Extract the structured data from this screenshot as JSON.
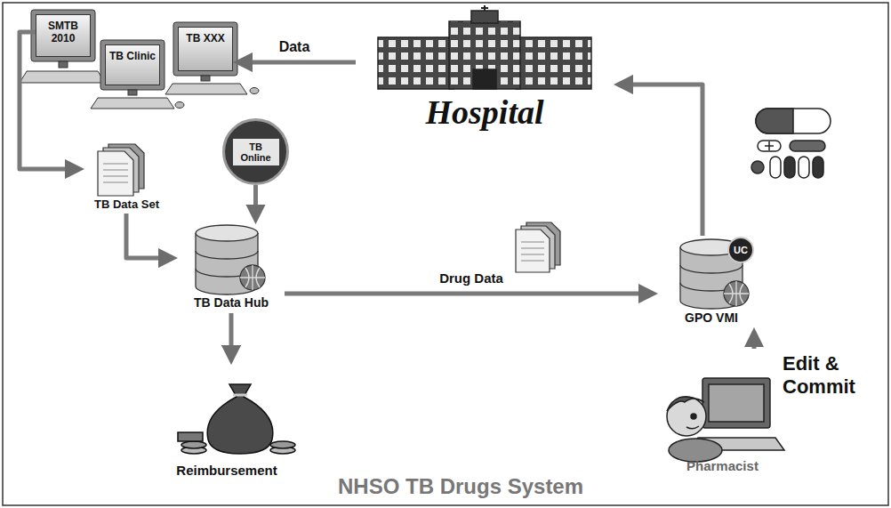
{
  "diagram": {
    "title": "NHSO TB Drugs System",
    "nodes": [
      {
        "text": [
          "SMTB 2010"
        ]
      },
      {
        "text": [
          "TB Clinic"
        ]
      },
      {
        "text": [
          "TB XXX"
        ]
      },
      {
        "text": [
          "Hospital"
        ]
      },
      {
        "text": [
          "TB Online"
        ]
      },
      {
        "text": [
          "TB Data Set"
        ]
      },
      {
        "text": [
          "TB Data Hub"
        ]
      },
      {
        "text": [
          "GPO VMI"
        ]
      },
      {
        "text": [
          "UC"
        ],
        "in": 7
      },
      {
        "text": [
          "Edit & Commit",
          "Pharmacist"
        ]
      },
      {
        "text": [
          "Reimbursement"
        ]
      }
    ],
    "edges": [
      {
        "from": 3,
        "to": 2,
        "label": "Data",
        "arrow": "to"
      },
      {
        "from": 0,
        "to": 5,
        "arrow": "to"
      },
      {
        "from": 5,
        "to": 6,
        "arrow": "to"
      },
      {
        "from": 4,
        "to": 6,
        "arrow": "to"
      },
      {
        "from": 6,
        "to": 7,
        "label": "Drug Data",
        "arrow": "to"
      },
      {
        "from": 6,
        "to": 10,
        "arrow": "to"
      },
      {
        "from": 9,
        "to": 7,
        "arrow": "to"
      },
      {
        "from": 7,
        "to": 3,
        "arrow": "to"
      }
    ]
  }
}
